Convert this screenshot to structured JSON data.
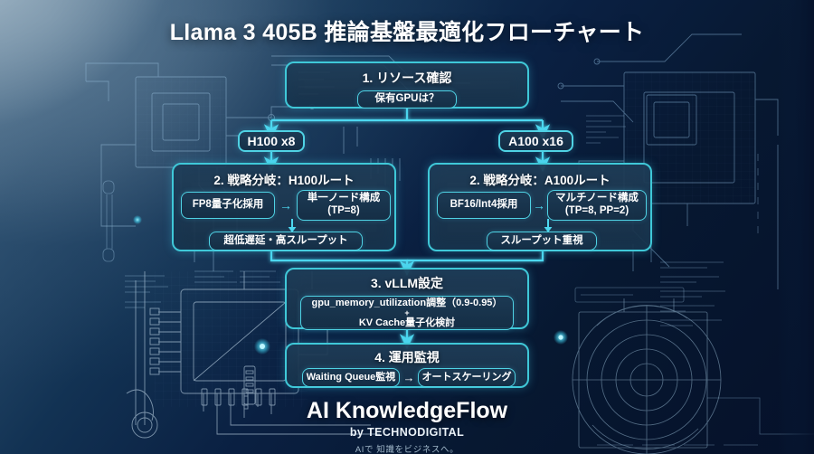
{
  "title": "Llama 3 405B 推論基盤最適化フローチャート",
  "flow": {
    "step1": {
      "header": "1. リソース確認",
      "item": "保有GPUは？"
    },
    "branch_labels": {
      "left": "H100 x8",
      "right": "A100 x16"
    },
    "step2_left": {
      "header": "2. 戦略分岐：H100ルート",
      "item1": "FP8量子化採用",
      "item2_line1": "単一ノード構成",
      "item2_line2": "(TP=8)",
      "item3": "超低遅延・高スループット"
    },
    "step2_right": {
      "header": "2. 戦略分岐：A100ルート",
      "item1": "BF16/Int4採用",
      "item2_line1": "マルチノード構成",
      "item2_line2": "(TP=8, PP=2)",
      "item3": "スループット重視"
    },
    "step3": {
      "header": "3. vLLM設定",
      "item_line1": "gpu_memory_utilization調整（0.9-0.95）",
      "item_line2": "+",
      "item_line3": "KV Cache量子化検討"
    },
    "step4": {
      "header": "4. 運用監視",
      "item1": "Waiting Queue監視",
      "arrow": "→",
      "item2": "オートスケーリング"
    },
    "inline_arrow": "→"
  },
  "footer": {
    "brand": "AI KnowledgeFlow",
    "by": "by TECHNODIGITAL",
    "tagline": "AIで 知識をビジネスへ。"
  },
  "colors": {
    "accent_cyan": "#4dd8f0",
    "node_border": "#3fc8d8",
    "node_fill": "#213e58",
    "bg_dark": "#06152e",
    "bg_light": "#93a8b8",
    "blueprint_line": "#6f9ec4"
  }
}
